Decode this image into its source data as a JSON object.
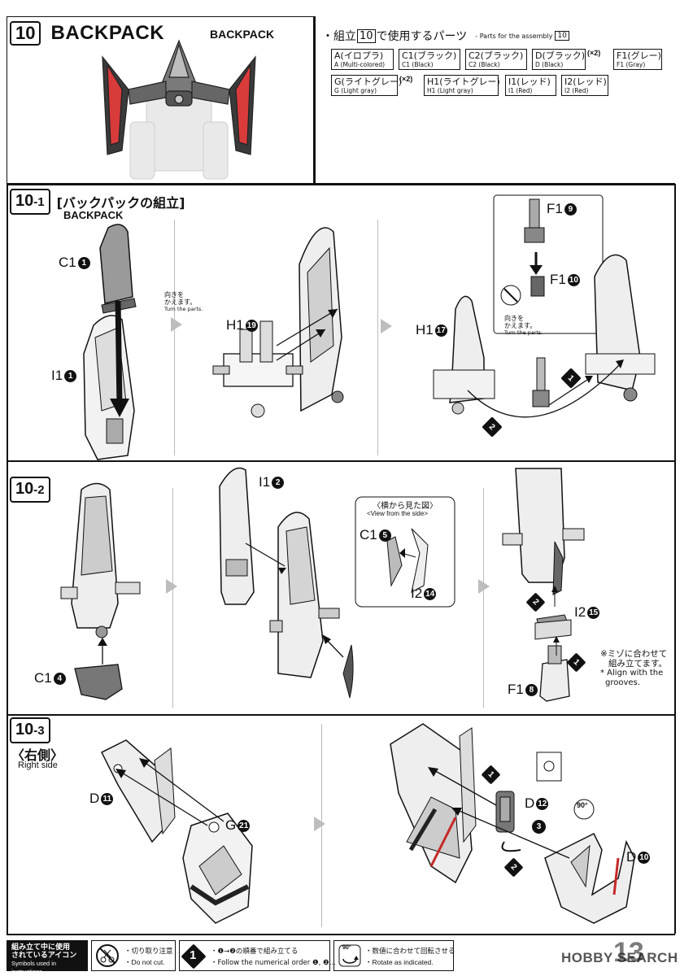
{
  "step10": {
    "number": "10",
    "title": "BACKPACK",
    "preview_label": "BACKPACK",
    "parts_heading_prefix": "・組立",
    "parts_heading_num": "10",
    "parts_heading_suffix": "で使用するパーツ",
    "parts_heading_en_prefix": "- Parts for the assembly",
    "parts_heading_en_num": "10",
    "parts": [
      {
        "jp": "A(イロプラ)",
        "en": "A (Multi-colored)",
        "mult": ""
      },
      {
        "jp": "C1(ブラック)",
        "en": "C1 (Black)",
        "mult": ""
      },
      {
        "jp": "C2(ブラック)",
        "en": "C2 (Black)",
        "mult": ""
      },
      {
        "jp": "D(ブラック)",
        "en": "D (Black)",
        "mult": "(×2)"
      },
      {
        "jp": "F1(グレー)",
        "en": "F1 (Gray)",
        "mult": ""
      },
      {
        "jp": "G(ライトグレー)",
        "en": "G (Light gray)",
        "mult": "(×2)"
      },
      {
        "jp": "H1(ライトグレー)",
        "en": "H1 (Light gray)",
        "mult": ""
      },
      {
        "jp": "I1(レッド)",
        "en": "I1 (Red)",
        "mult": ""
      },
      {
        "jp": "I2(レッド)",
        "en": "I2 (Red)",
        "mult": ""
      }
    ]
  },
  "step10_1": {
    "num_main": "10",
    "num_sub": "-1",
    "title": "[バックパックの組立]",
    "sub_label": "BACKPACK",
    "labels": {
      "c1": "C1",
      "c1_n": "1",
      "i1": "I1",
      "i1_n": "1",
      "h1a": "H1",
      "h1a_n": "19",
      "h1b": "H1",
      "h1b_n": "17",
      "f1a": "F1",
      "f1a_n": "9",
      "f1b": "F1",
      "f1b_n": "10"
    },
    "turn_jp_1": "向きを",
    "turn_jp_2": "かえます。",
    "turn_en": "Turn the parts.",
    "turn2_jp_1": "向きを",
    "turn2_jp_2": "かえます。",
    "turn2_en": "Turn the parts.",
    "order1": "1",
    "order2": "2"
  },
  "step10_2": {
    "num_main": "10",
    "num_sub": "-2",
    "labels": {
      "c1": "C1",
      "c1_n": "4",
      "i1": "I1",
      "i1_n": "2",
      "c1b": "C1",
      "c1b_n": "5",
      "i2a": "I2",
      "i2a_n": "14",
      "i2b": "I2",
      "i2b_n": "15",
      "f1": "F1",
      "f1_n": "8"
    },
    "side_view_jp": "〈横から見た図〉",
    "side_view_en": "<View from the side>",
    "groove_jp_1": "※ミゾに合わせて",
    "groove_jp_2": "組み立てます。",
    "groove_en_1": "* Align with the",
    "groove_en_2": "grooves.",
    "order1": "1",
    "order2": "2"
  },
  "step10_3": {
    "num_main": "10",
    "num_sub": "-3",
    "side_jp": "〈右側〉",
    "side_en": "Right side",
    "labels": {
      "d1": "D",
      "d1_n": "11",
      "g": "G",
      "g_n": "21",
      "d2": "D",
      "d2_n": "12",
      "d3": "D",
      "d3_n": "10"
    },
    "rotate": "90°",
    "order1": "1",
    "order2": "2",
    "order3": "3"
  },
  "footer": {
    "legend_jp_1": "組み立て中に使用",
    "legend_jp_2": "されているアイコン",
    "legend_en": "Symbols used in instructions",
    "nocut_jp": "・切り取り注意",
    "nocut_en": "・Do not cut.",
    "order_jp": "・❶→❷の順番で組み立てる",
    "order_en": "・Follow the numerical order ❶, ❷...",
    "order_icon": "1",
    "rotate_icon": "90°",
    "rotate_jp": "・数値に合わせて回転させる",
    "rotate_en": "・Rotate as indicated.",
    "watermark": "HOBBY SEARCH",
    "page": "13"
  },
  "colors": {
    "ink": "#111111",
    "arrow_gray": "#bdbdbd",
    "part_gray": "#8a8a8a",
    "light_gray": "#d6d6d6"
  }
}
